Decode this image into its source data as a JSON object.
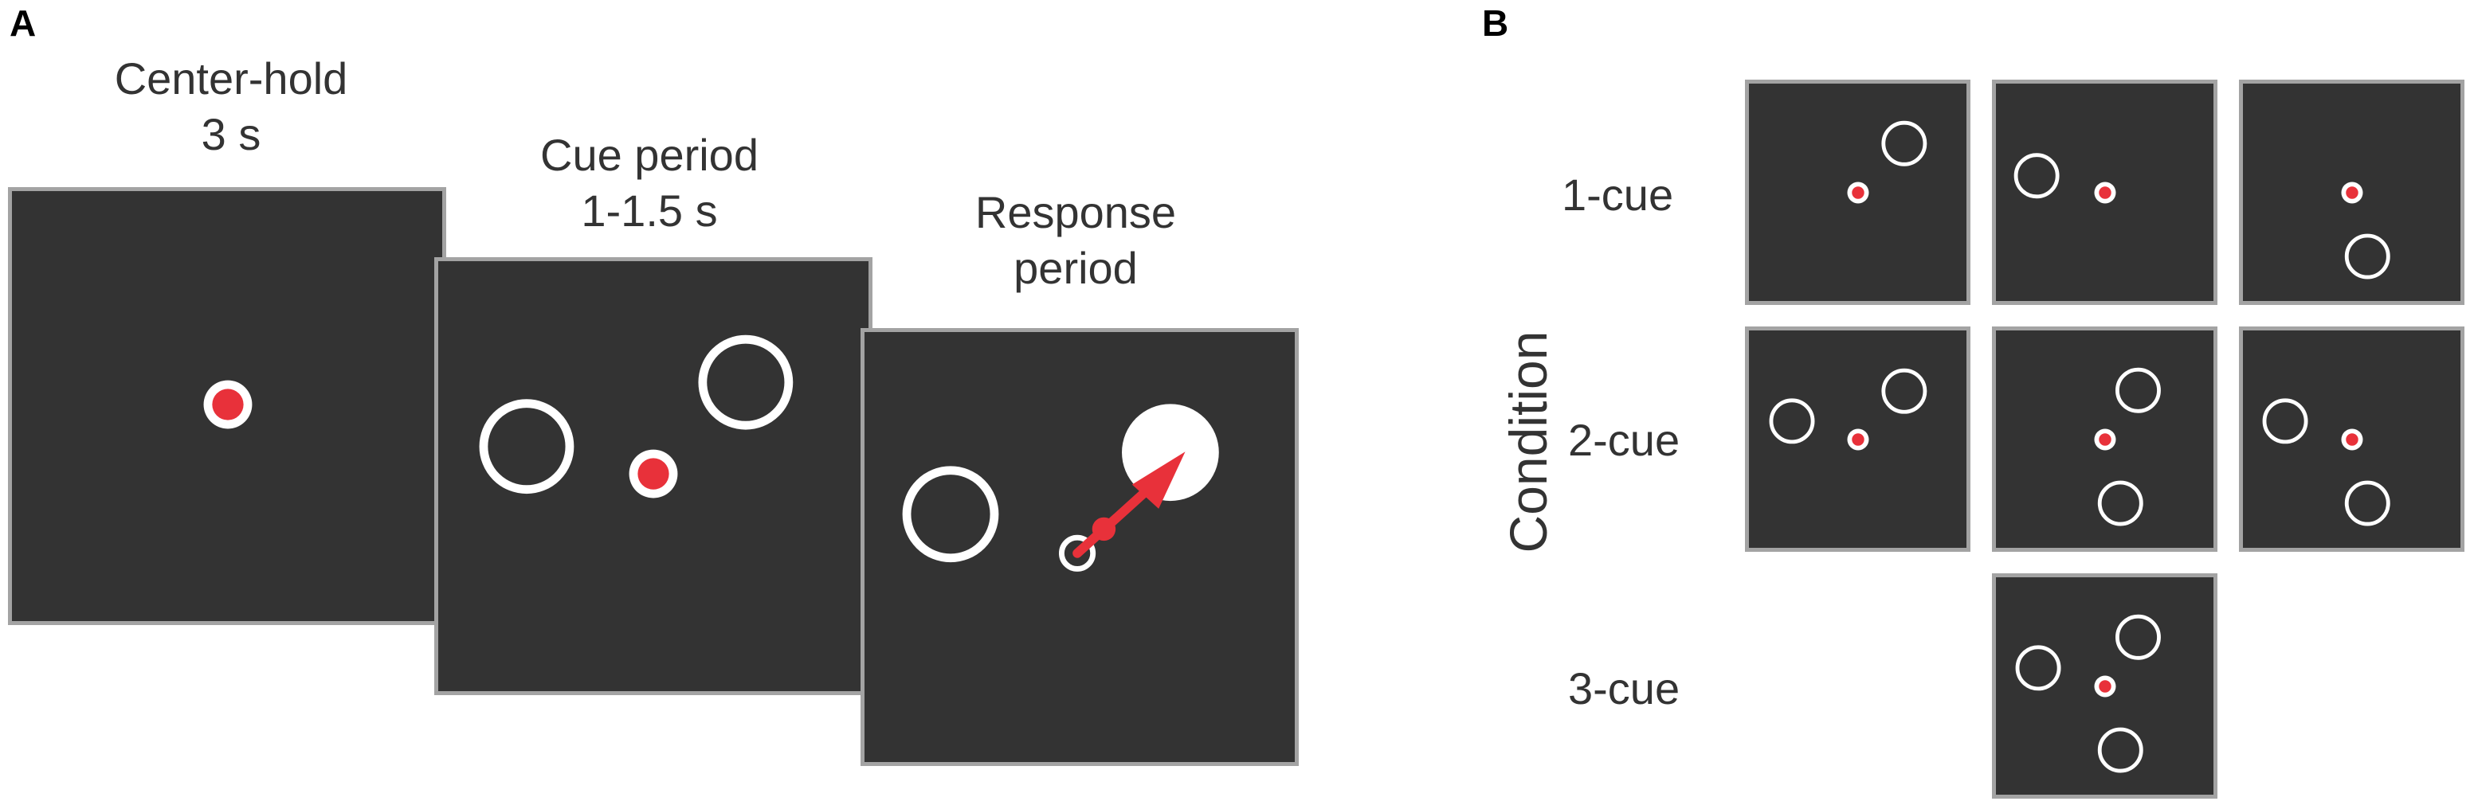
{
  "panels": {
    "a": {
      "letter": "A"
    },
    "b": {
      "letter": "B"
    }
  },
  "stages": [
    {
      "line1": "Center-hold",
      "line2": "3 s"
    },
    {
      "line1": "Cue period",
      "line2": "1-1.5 s"
    },
    {
      "line1": "Response",
      "line2": "period"
    }
  ],
  "conditions": {
    "axis_label": "Condition",
    "rows": [
      {
        "label": "1-cue",
        "count": 3
      },
      {
        "label": "2-cue",
        "count": 3
      },
      {
        "label": "3-cue",
        "count": 1
      }
    ]
  },
  "colors": {
    "screen_fill": "#333333",
    "screen_border": "#a3a3a3",
    "cue_ring": "#ffffff",
    "fixation": "#e8313a",
    "cursor_arrow": "#e8313a"
  }
}
